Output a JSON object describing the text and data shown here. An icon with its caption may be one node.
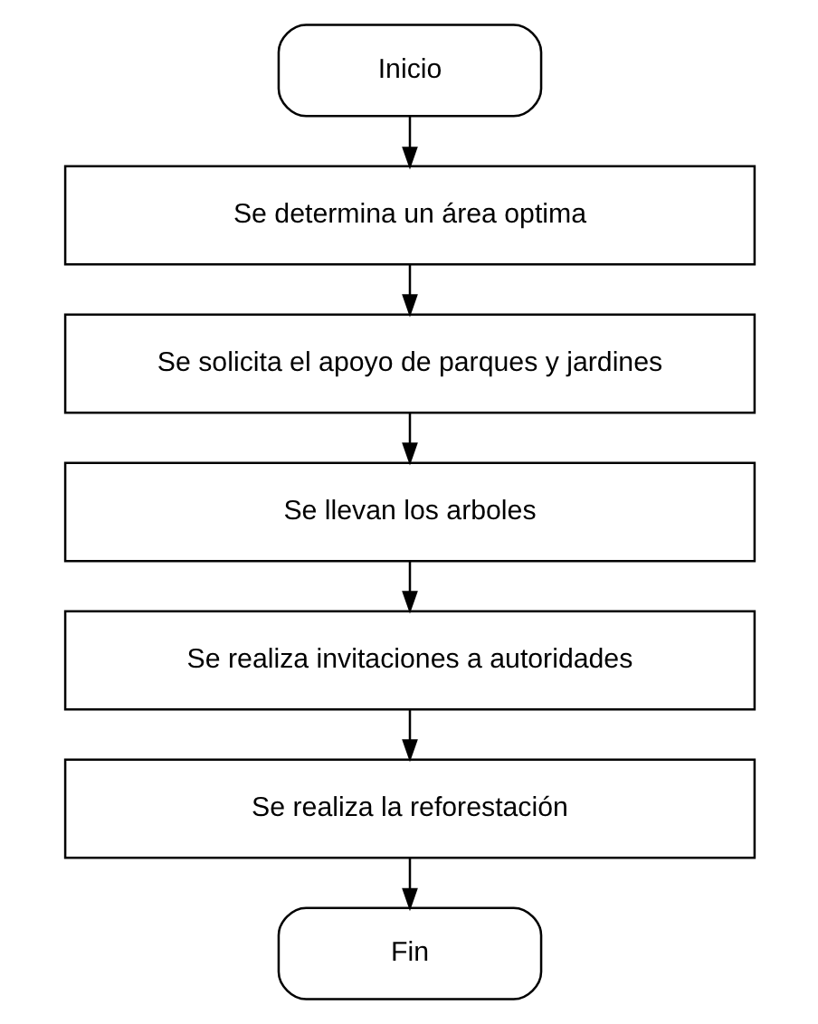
{
  "diagram": {
    "nodes": [
      {
        "text": [
          "Inicio"
        ]
      },
      {
        "text": [
          "Se determina un área optima"
        ]
      },
      {
        "text": [
          "Se solicita el apoyo de parques y jardines"
        ]
      },
      {
        "text": [
          "Se llevan los arboles"
        ]
      },
      {
        "text": [
          "Se realiza invitaciones a autoridades"
        ]
      },
      {
        "text": [
          "Se realiza la reforestación"
        ]
      },
      {
        "text": [
          "Fin"
        ]
      }
    ],
    "edges": [
      {
        "from": 0,
        "to": 1,
        "arrow": "to"
      },
      {
        "from": 1,
        "to": 2,
        "arrow": "to"
      },
      {
        "from": 2,
        "to": 3,
        "arrow": "to"
      },
      {
        "from": 3,
        "to": 4,
        "arrow": "to"
      },
      {
        "from": 4,
        "to": 5,
        "arrow": "to"
      },
      {
        "from": 5,
        "to": 6,
        "arrow": "to"
      }
    ]
  }
}
